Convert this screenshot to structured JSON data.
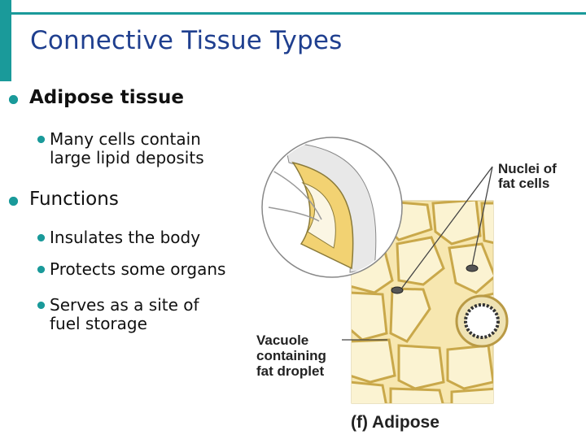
{
  "slide": {
    "title": "Connective Tissue Types",
    "bullets": [
      {
        "text": "Adipose tissue"
      },
      {
        "text": "Many cells contain large lipid deposits",
        "lines": [
          "Many cells contain",
          "large lipid deposits"
        ]
      },
      {
        "text": "Functions"
      },
      {
        "text": "Insulates the body"
      },
      {
        "text": "Protects some organs"
      },
      {
        "text": "Serves as a site of fuel storage",
        "lines": [
          "Serves as a site of",
          "fuel storage"
        ]
      }
    ]
  },
  "figure": {
    "label_nuclei": [
      "Nuclei of",
      "fat cells"
    ],
    "label_vacuole": [
      "Vacuole",
      "containing",
      "fat droplet"
    ],
    "caption": "(f) Adipose"
  },
  "colors": {
    "accent": "#1a9a9a",
    "title": "#1f3f8f",
    "tissue_fill": "#f7e7b0",
    "cell_border": "#c9a84a"
  }
}
